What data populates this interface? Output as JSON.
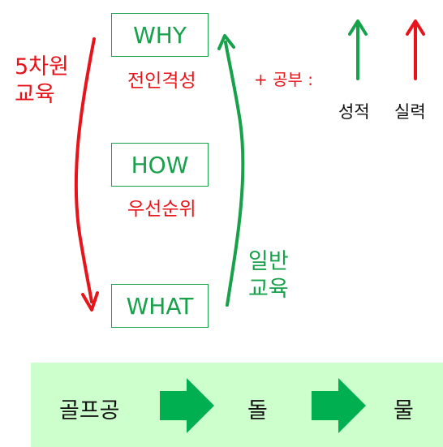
{
  "boxes": {
    "why": "WHY",
    "how": "HOW",
    "what": "WHAT"
  },
  "labels": {
    "why_sub": "전인격성",
    "how_sub": "우선순위",
    "left_line1": "5차원",
    "left_line2": "교육",
    "right_line1": "일반",
    "right_line2": "교육",
    "plus_study": "+ 공부 :",
    "grades": "성적",
    "skill": "실력"
  },
  "flow": {
    "step1": "골프공",
    "step2": "돌",
    "step3": "물"
  },
  "colors": {
    "red": "#e8141b",
    "green": "#17a14a",
    "band": "#ccffcc",
    "flow_arrow": "#00b050"
  }
}
